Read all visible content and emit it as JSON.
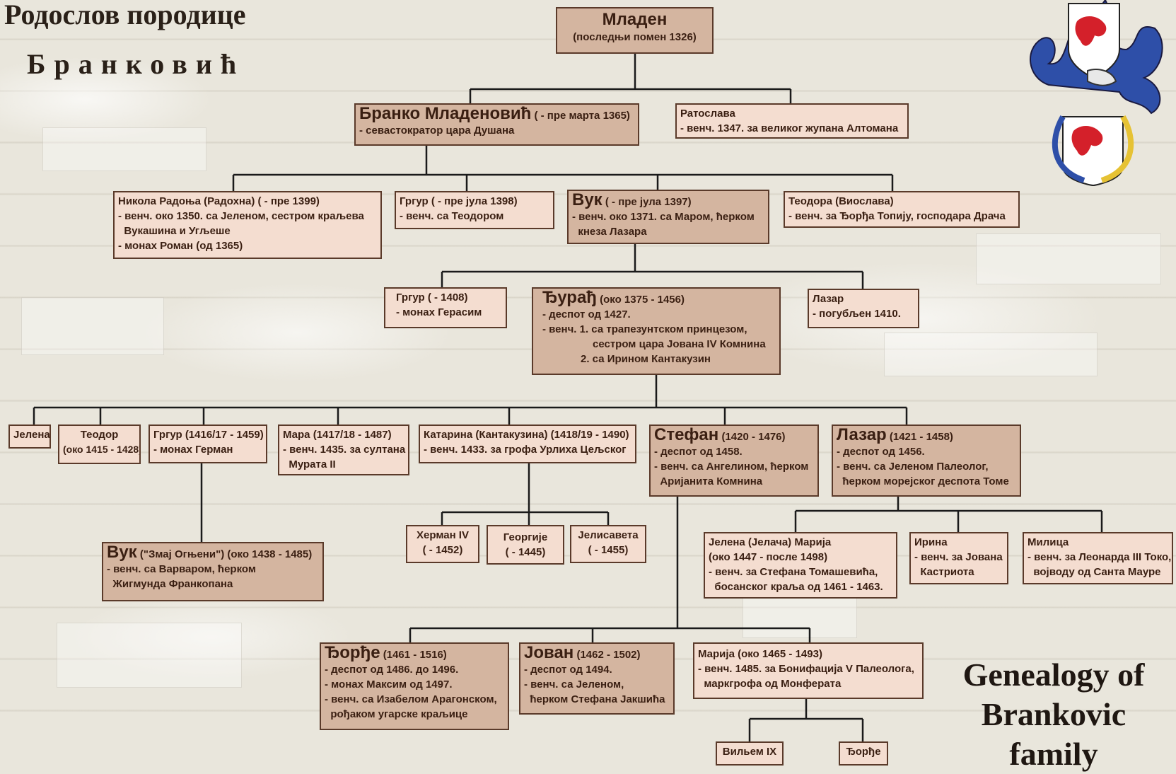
{
  "title_sr": {
    "line1": "Родослов породице",
    "line2": "Бранковић"
  },
  "title_en": {
    "line1": "Genealogy of",
    "line2": "Brankovic family"
  },
  "people": {
    "mladen": {
      "name": "Младен",
      "detail": "(последњи помен 1326)"
    },
    "branko": {
      "name": "Бранко Младеновић",
      "dates": " ( - пре марта 1365)",
      "l1": "- севастократор цара Душана"
    },
    "ratoslava": {
      "name": "Ратослава",
      "l1": "- венч. 1347. за великог жупана Алтомана"
    },
    "nikola": {
      "name": "Никола Радоња (Радохна) ( - пре 1399)",
      "l1": "- венч. око 1350. са Јеленом, сестром краљева",
      "l2": "  Вукашина и Угљеше",
      "l3": "- монах Роман (од 1365)"
    },
    "grgur1": {
      "name": "Гргур ( - пре јула 1398)",
      "l1": "- венч. са Теодором"
    },
    "vuk1": {
      "name": "Вук",
      "dates": " ( - пре јула 1397)",
      "l1": "- венч. око 1371. са Маром, ћерком",
      "l2": "  кнеза Лазара"
    },
    "teodora": {
      "name": "Теодора (Виослава)",
      "l1": "- венч. за Ђорђа Топију, господара Драча"
    },
    "grgur2": {
      "name": "Гргур ( - 1408)",
      "l1": "- монах Герасим"
    },
    "djuradj": {
      "name": "Ђурађ",
      "dates": " (око 1375 - 1456)",
      "l1": "- деспот од 1427.",
      "l2": "- венч. 1. са трапезунтском принцезом,",
      "l3": "сестром цара Јована IV Комнина",
      "l4": "2. са Ирином Кантакузин"
    },
    "lazar1": {
      "name": "Лазар",
      "l1": "- погубљен  1410."
    },
    "jelena": {
      "name": "Јелена"
    },
    "teodor": {
      "name": "Теодор",
      "l1": "(око 1415 - 1428)"
    },
    "grgur3": {
      "name": "Гргур (1416/17 - 1459)",
      "l1": "- монах Герман"
    },
    "mara": {
      "name": "Мара (1417/18 - 1487)",
      "l1": "- венч. 1435. за султана",
      "l2": "  Мурата II"
    },
    "katarina": {
      "name": "Катарина (Кантакузина) (1418/19 - 1490)",
      "l1": "- венч. 1433. за грофа Урлиха Цељског"
    },
    "stefan": {
      "name": "Стефан",
      "dates": " (1420 - 1476)",
      "l1": "- деспот од 1458.",
      "l2": "- венч. са Ангелином, ћерком",
      "l3": "  Аријанита Комнина"
    },
    "lazar2": {
      "name": "Лазар",
      "dates": " (1421 - 1458)",
      "l1": "- деспот од 1456.",
      "l2": "- венч. са Јеленом Палеолог,",
      "l3": "  ћерком морејског деспота Томе"
    },
    "herman": {
      "name": "Херман IV",
      "l1": "( - 1452)"
    },
    "georgije": {
      "name": "Георгије",
      "l1": "( - 1445)"
    },
    "jelisaveta": {
      "name": "Јелисавета",
      "l1": "( - 1455)"
    },
    "vuk2": {
      "name": "Вук",
      "dates": " (\"Змај Огњени\") (око 1438 - 1485)",
      "l1": "- венч. са Варваром, ћерком",
      "l2": "  Жигмунда Франкопана"
    },
    "jelena2": {
      "name": "Јелена (Јелача) Марија",
      "l1": "(око 1447 - после 1498)",
      "l2": "- венч. за Стефана Томашевића,",
      "l3": "  босанског краља од 1461 - 1463."
    },
    "irina": {
      "name": "Ирина",
      "l1": "- венч. за Јована",
      "l2": "  Кастриота"
    },
    "milica": {
      "name": "Милица",
      "l1": "- венч. за Леонарда III Токо,",
      "l2": "  војводу од Санта Мауре"
    },
    "djordje": {
      "name": "Ђорђе",
      "dates": " (1461 - 1516)",
      "l1": "- деспот од 1486. до 1496.",
      "l2": "- монах Максим од 1497.",
      "l3": "- венч. са Изабелом Арагонском,",
      "l4": "  рођаком угарске краљице"
    },
    "jovan": {
      "name": "Јован",
      "dates": " (1462 - 1502)",
      "l1": "- деспот од 1494.",
      "l2": "- венч. са Јеленом,",
      "l3": "  ћерком Стефана Јакшића"
    },
    "marija": {
      "name": "Марија (око 1465 - 1493)",
      "l1": "- венч. 1485. за Бонифација V Палеолога,",
      "l2": "  маркгрофа од Монферата"
    },
    "viljem": {
      "name": "Вильем IX"
    },
    "djordje2": {
      "name": "Ђорђе"
    }
  },
  "colors": {
    "dark_box": "#d4b5a0",
    "light_box": "#f4ddd0",
    "border": "#5a3a2a",
    "line": "#1a1a1a"
  }
}
